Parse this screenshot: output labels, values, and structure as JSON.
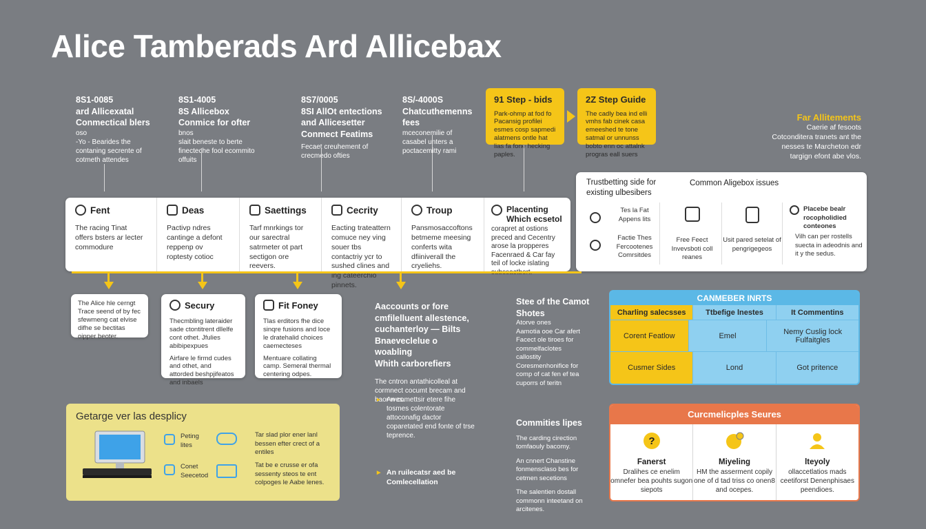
{
  "title": "Alice Tamberads Ard Allicebax",
  "top_columns": [
    {
      "l1": "8S1-0085",
      "l2": "ard Allicexatal",
      "l3": "Conmectical blers",
      "l4": "oso",
      "d": "-Yo - Bearides the contaning secrente of cotmeth attendes"
    },
    {
      "l1": "8S1-4005",
      "l2": "8S Allicebox",
      "l3": "Conmice for ofter",
      "l4": "bnos",
      "d": "slait beneste to berte finecteche fool ecommito offuits"
    },
    {
      "l1": "8S7/0005",
      "l2": "8SI AllOt entections",
      "l3": "and Allicesetter",
      "l4": "Conmect Featims",
      "d": "Fecaet creuhement of crecmedo ofties"
    },
    {
      "l1": "8S/-4000S",
      "l2": "Chatcuthemenns fees",
      "l3": "mceconemilie of",
      "l4": "casabel unters a",
      "d": "poctacemitty rami"
    }
  ],
  "step_cards": [
    {
      "title": "91 Step - bids",
      "text": "Park-ohmp at fod fo Pacansig profilei esmes cosp sapmedi alatmens ontle hat lias fa fone hecking paples."
    },
    {
      "title": "2Z Step Guide",
      "text": "The cadly bea ind elli vmhs fab cinek casa emeeshed te tone satmal or unnunss bobto enn oc attalnk progras eall suers"
    }
  ],
  "for_allicements": {
    "title": "Far Allitements",
    "text": "Caerie af fesoots Cotconditera tranets ant the nesses te Marcheton edr targign efont abe vlos."
  },
  "main_segments": [
    {
      "icon": "gear-icon",
      "label": "Fent",
      "text": "The racing Tinat offers bsters ar lecter commodure"
    },
    {
      "icon": "monitor-icon",
      "label": "Deas",
      "text": "Pactivp ndres cantinge a defont reppenp ov roptesty cotioc"
    },
    {
      "icon": "settings-icon",
      "label": "Saettings",
      "text": "Tarf mnrkings tor our sarectral satrmeter ot part sectigon ore reevers."
    },
    {
      "icon": "lock-icon",
      "label": "Cecrity",
      "text": "Eacting trateattern comuce ney ving souer tbs contactriy ycr to sushed clines and ing cateerchio pinnets."
    },
    {
      "icon": "question-icon",
      "label": "Troup",
      "text": "Pansmosaccoftons betmeme meesing conferts wita dfiiniverall the cryeliehs."
    },
    {
      "icon": "pin-icon",
      "label": "Placenting Which ecsetol",
      "text": "corapret at ostions preced and Cecentry arose la propperes Facenraed & Car fay teil of locke islating subssactbert."
    }
  ],
  "troubleshooting": {
    "title": "Trustbetting side for existing ulbesibers",
    "subtitle": "Common Aligebox issues",
    "cols": [
      {
        "a": "Tes la Fat Appens lits",
        "b": "Factie Thes Fercootenes Comrsitdes"
      },
      {
        "icon": "puzzle-icon",
        "text": "Free Feect Invevsboti coll reanes"
      },
      {
        "icon": "document-icon",
        "text": "Usit pared setelat of pengrigegeos"
      },
      {
        "icon": "pin-icon",
        "title": "Placebe bealr rocopholidied conteones",
        "text": "Vilh can per rostells suecta in adeodnis and it y the sedus."
      }
    ]
  },
  "lower_cards": [
    {
      "text": "The Alice hle cerngt Trace seend of by fec sfewmeng cat elvise difhe se bectitas oipper beoter."
    },
    {
      "icon": "shield-icon",
      "label": "Secury",
      "text": "Thecmbling lateraider sade ctontitrent dllelfe cont othet. Jfulies abibipexpues",
      "text2": "Airfare le firmd cudes and othet, and attorded beshpjifeatos and inbaels"
    },
    {
      "icon": "fax-icon",
      "label": "Fit Foney",
      "text": "Tlas erditors fhe dice sinqre fusions and loce le dratehalid choices caemecteses",
      "text2": "Mentuare collating camp. Semeral thermal centering odpes."
    }
  ],
  "accounts": {
    "title": "Aaccounts or fore",
    "title2": "cmfilelluent allestence, cuchanterloy — Bilts",
    "title3": "Bnaeveclelue o woabling",
    "title4": "Whith carborefiers",
    "text": "The cntron antathicolleal at cormnect cocumt brecam and baor wes."
  },
  "steps_of": {
    "title": "Stee of the Camot Shotes",
    "items": [
      "Atorve ones",
      "Aamotia ooe Car afert",
      "Facect ole tiroes for commelfaclotes",
      "callostity",
      "Coresmenhonifice for comp of cat fen ef tea",
      "cuporrs of teritn"
    ]
  },
  "bullets": [
    "An comettsir etere fihe tosmes colentorate attoconafig dactor coparetated end fonte of trse teprence.",
    "An ruilecatsr aed be Comlecellation"
  ],
  "committies": {
    "title": "Commities lipes",
    "items": [
      "The carding cirection tomfaouly bacomy.",
      "An cnnert Chanstine fonmensclaso bes for cetmen secetions",
      "The salentien dostall commonn inteetand on arcitenes."
    ]
  },
  "table": {
    "title": "CANMEBER INRTS",
    "headers": [
      "Charling salecsses",
      "Ttbefige lnestes",
      "It Commentins"
    ],
    "rows": [
      [
        "Corent Featlow",
        "Emel",
        "Nemy Cuslig lock Fulfaitgles"
      ],
      [
        "Cusmer Sides",
        "Lond",
        "Got pritence"
      ]
    ]
  },
  "features": {
    "title": "Curcmelicples Seures",
    "cols": [
      {
        "name": "Fanerst",
        "text": "Dralihes ce enelim omnefer bea pouhts sugon siepots"
      },
      {
        "name": "Miyeling",
        "text": "HM the asserment copily one of d tad triss co onen8 and ocepes."
      },
      {
        "name": "lteyoly",
        "text": "ollaccetlatios mads ceetiforst Denenphisaes peendioes."
      }
    ]
  },
  "devices": {
    "title": "Getarge ver las desplicy",
    "a1": "Peting lites",
    "a2": "Tar slad plor ener lanl bessen efter crect of a entiles",
    "b1": "Conet Seecetod",
    "b2": "Tat be e crusse er ofa sessenty steos te ent colpoges le Aabe lenes."
  }
}
